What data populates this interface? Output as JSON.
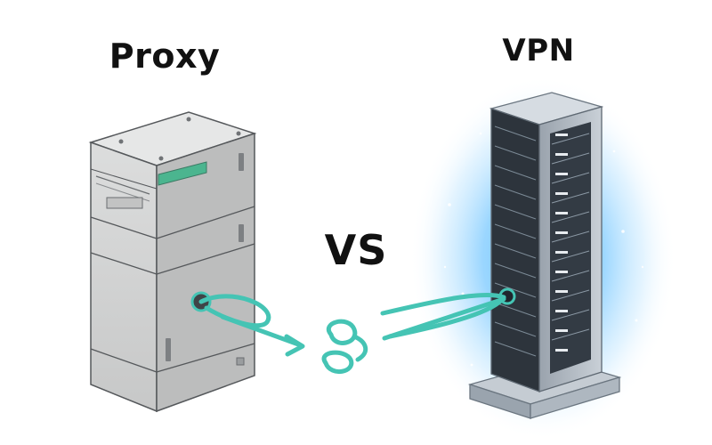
{
  "titles": {
    "proxy": "Proxy",
    "vs": "VS",
    "vpn": "VPN"
  },
  "colors": {
    "connection": "#45c4b4",
    "proxy_body": "#d2d3d3",
    "proxy_outline": "#55585b",
    "proxy_display": "#4bb58f",
    "vpn_rack": "#2d343c",
    "vpn_frame": "#bfc6ce",
    "vpn_glow": "#49b5ff"
  },
  "icons": [
    "proxy-server-icon",
    "vpn-server-rack-icon",
    "connection-link-icon"
  ]
}
